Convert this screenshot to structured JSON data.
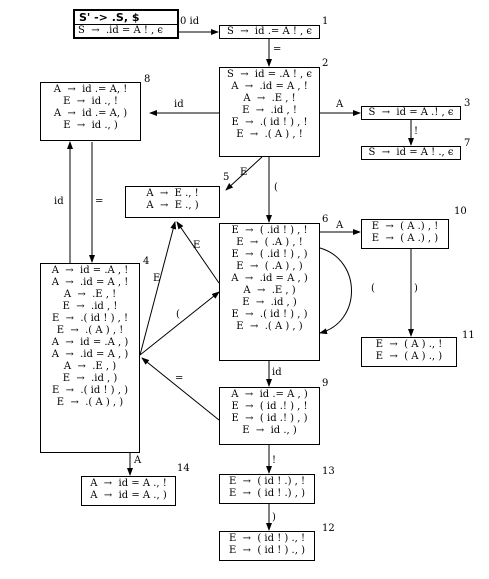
{
  "start": {
    "header": "S' -> .S, $",
    "item": "S  →  .id = A ! , ϵ"
  },
  "states": [
    {
      "id": "s1",
      "num": "1",
      "lines": [
        "S  →  id .= A ! , ϵ"
      ]
    },
    {
      "id": "s2",
      "num": "2",
      "lines": [
        "S  →  id = .A ! , ϵ",
        "A  →  .id = A , !",
        "A  →  .E , !",
        "E  →  .id , !",
        "E  →  .( id ! ) , !",
        "E  →  .( A ) , !"
      ]
    },
    {
      "id": "s3",
      "num": "3",
      "lines": [
        "S  →  id = A .! , ϵ"
      ]
    },
    {
      "id": "s4",
      "num": "4",
      "lines": [
        "A  →  id = .A , !",
        "A  →  .id = A , !",
        "A  →  .E , !",
        "E  →  .id , !",
        "E  →  .( id ! ) , !",
        "E  →  .( A ) , !",
        "A  →  id = .A , )",
        "A  →  .id = A , )",
        "A  →  .E , )",
        "E  →  .id , )",
        "E  →  .( id ! ) , )",
        "E  →  .( A ) , )"
      ]
    },
    {
      "id": "s5",
      "num": "5",
      "lines": [
        "A  →  E ., !",
        "A  →  E ., )"
      ]
    },
    {
      "id": "s6",
      "num": "6",
      "lines": [
        "E  →  ( .id ! ) , !",
        "E  →  ( .A ) , !",
        "E  →  ( .id ! ) , )",
        "E  →  ( .A ) , )",
        "A  →  .id = A , )",
        "A  →  .E , )",
        "E  →  .id , )",
        "E  →  .( id ! ) , )",
        "E  →  .( A ) , )"
      ]
    },
    {
      "id": "s7",
      "num": "7",
      "lines": [
        "S  →  id = A ! ., ϵ"
      ]
    },
    {
      "id": "s8",
      "num": "8",
      "lines": [
        "A  →  id .= A, !",
        "E  →  id ., !",
        "A  →  id .= A, )",
        "E  →  id ., )"
      ]
    },
    {
      "id": "s9",
      "num": "9",
      "lines": [
        "A  →  id .= A , )",
        "E  →  ( id .! ) , !",
        "E  →  ( id .! ) , )",
        "E  →  id ., )"
      ]
    },
    {
      "id": "s10",
      "num": "10",
      "lines": [
        "E  →  ( A .) , !",
        "E  →  ( A .) , )"
      ]
    },
    {
      "id": "s11",
      "num": "11",
      "lines": [
        "E  →  ( A ) ., !",
        "E  →  ( A ) ., )"
      ]
    },
    {
      "id": "s12",
      "num": "12",
      "lines": [
        "E  →  ( id ! ) ., !",
        "E  →  ( id ! ) ., )"
      ]
    },
    {
      "id": "s13",
      "num": "13",
      "lines": [
        "E  →  ( id ! .) , !",
        "E  →  ( id ! .) , )"
      ]
    },
    {
      "id": "s14",
      "num": "14",
      "lines": [
        "A  →  id = A ., !",
        "A  →  id = A ., )"
      ]
    }
  ],
  "edge_labels": {
    "start_to_1": "0  id",
    "e1_2": "=",
    "e2_3": "A",
    "e3_7": "!",
    "e2_8": "id",
    "e2_5": "E",
    "e2_6": "(",
    "e8_4_id": "id",
    "e8_4_eq": "=",
    "e6_10": "A",
    "e6_self": "(",
    "e10_11": ")",
    "e6_9": "id",
    "e9_13": "!",
    "e13_12": ")",
    "e4_14": "A",
    "e4_5a": "E",
    "e6_5": "E",
    "e4_paren": "(",
    "e9_4": "="
  }
}
